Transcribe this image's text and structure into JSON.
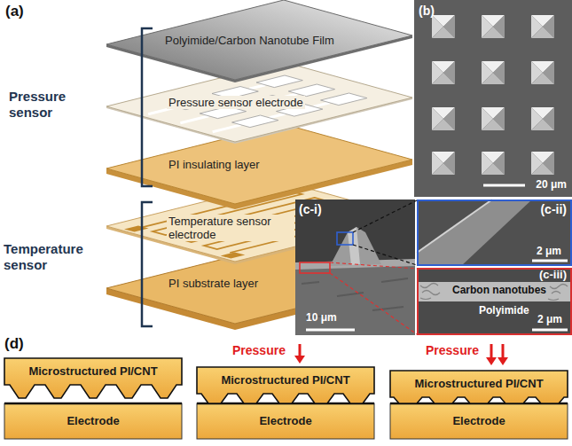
{
  "diagram": {
    "nodes": [
      {
        "text": [
          "(b)",
          "20 μm"
        ]
      },
      {
        "text": [
          "(c-i)",
          "10 μm"
        ]
      },
      {
        "text": [
          "(c-ii)",
          "2 μm"
        ]
      },
      {
        "text": [
          "(c-iii)",
          "Carbon nanotubes",
          "Polyimide",
          "2 μm"
        ]
      },
      {
        "text": [
          "Microstructured PI/CNT"
        ]
      },
      {
        "text": [
          "Electrode"
        ]
      },
      {
        "text": [
          "Microstructured PI/CNT"
        ]
      },
      {
        "text": [
          "Electrode"
        ]
      },
      {
        "text": [
          "Microstructured PI/CNT"
        ]
      },
      {
        "text": [
          "Electrode"
        ]
      }
    ],
    "labels": [
      "(a)",
      "Polyimide/Carbon Nanotube Film",
      "Pressure sensor electrode",
      "PI insulating layer",
      "Temperature sensor electrode",
      "PI substrate layer",
      "Pressure sensor",
      "Temperature sensor",
      "(d)",
      "Pressure",
      "Pressure"
    ]
  }
}
